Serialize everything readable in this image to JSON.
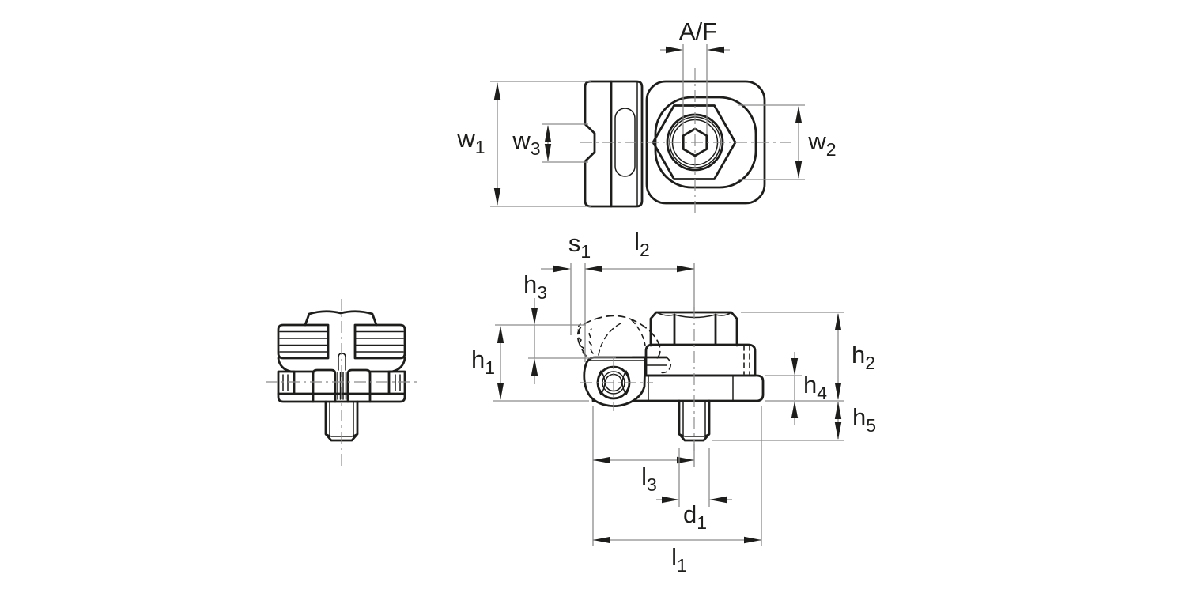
{
  "theme": {
    "background": "#ffffff",
    "ink": "#1d1d1b",
    "dim_line_color": "#8c8c8c"
  },
  "drawing_labels": {
    "af": {
      "base": "A/F",
      "sub": ""
    },
    "w1": {
      "base": "w",
      "sub": "1"
    },
    "w2": {
      "base": "w",
      "sub": "2"
    },
    "w3": {
      "base": "w",
      "sub": "3"
    },
    "s1": {
      "base": "s",
      "sub": "1"
    },
    "l1": {
      "base": "l",
      "sub": "1"
    },
    "l2": {
      "base": "l",
      "sub": "2"
    },
    "l3": {
      "base": "l",
      "sub": "3"
    },
    "h1": {
      "base": "h",
      "sub": "1"
    },
    "h2": {
      "base": "h",
      "sub": "2"
    },
    "h3": {
      "base": "h",
      "sub": "3"
    },
    "h4": {
      "base": "h",
      "sub": "4"
    },
    "h5": {
      "base": "h",
      "sub": "5"
    },
    "d1": {
      "base": "d",
      "sub": "1"
    }
  }
}
